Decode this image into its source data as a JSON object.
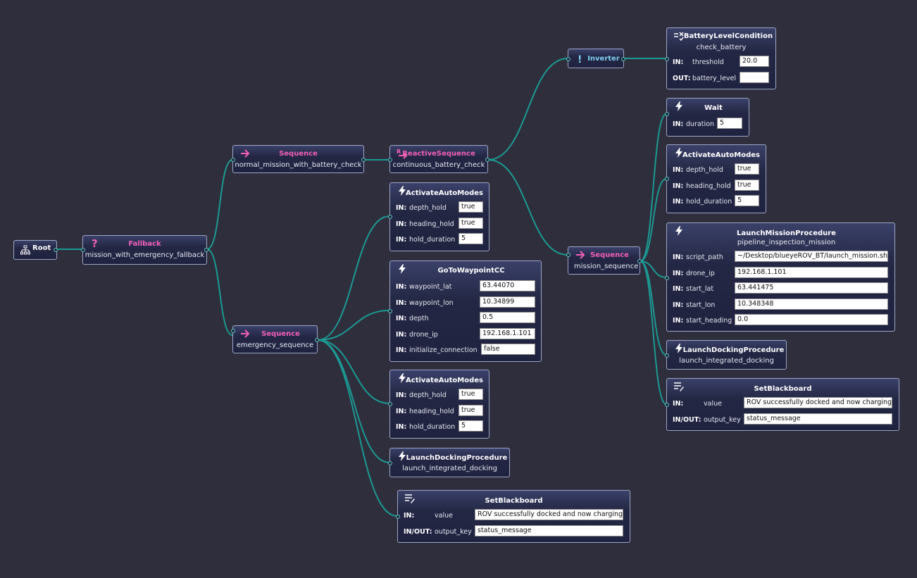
{
  "colors": {
    "background": "#2f2e3c",
    "edge": "#1b9a94",
    "control_title": "#f25fb8",
    "decorator_title": "#7fd0f0"
  },
  "nodes": {
    "root": {
      "title": "Root",
      "icon": "tree-icon"
    },
    "fallback": {
      "title": "Fallback",
      "name": "mission_with_emergency_fallback",
      "icon": "question-icon"
    },
    "seq_normal": {
      "title": "Sequence",
      "name": "normal_mission_with_battery_check",
      "icon": "arrow-right-icon"
    },
    "reactive": {
      "title": "ReactiveSequence",
      "name": "continuous_battery_check",
      "icon": "reactive-arrow-icon"
    },
    "inverter": {
      "title": "Inverter",
      "icon": "exclamation-icon"
    },
    "battery": {
      "title": "BatteryLevelCondition",
      "name": "check_battery",
      "icon": "condition-icon",
      "ports": [
        {
          "dir": "IN:",
          "name": "threshold",
          "value": "20.0"
        },
        {
          "dir": "OUT:",
          "name": "battery_level",
          "value": ""
        }
      ]
    },
    "seq_mission": {
      "title": "Sequence",
      "name": "mission_sequence",
      "icon": "arrow-right-icon"
    },
    "wait": {
      "title": "Wait",
      "icon": "lightning-icon",
      "ports": [
        {
          "dir": "IN:",
          "name": "duration",
          "value": "5"
        }
      ]
    },
    "aam_right": {
      "title": "ActivateAutoModes",
      "icon": "lightning-icon",
      "ports": [
        {
          "dir": "IN:",
          "name": "depth_hold",
          "value": "true"
        },
        {
          "dir": "IN:",
          "name": "heading_hold",
          "value": "true"
        },
        {
          "dir": "IN:",
          "name": "hold_duration",
          "value": "5"
        }
      ]
    },
    "launch_mission": {
      "title": "LaunchMissionProcedure",
      "name": "pipeline_inspection_mission",
      "icon": "lightning-icon",
      "ports": [
        {
          "dir": "IN:",
          "name": "script_path",
          "value": "~/Desktop/blueyeROV_BT/launch_mission.sh"
        },
        {
          "dir": "IN:",
          "name": "drone_ip",
          "value": "192.168.1.101"
        },
        {
          "dir": "IN:",
          "name": "start_lat",
          "value": "63.441475"
        },
        {
          "dir": "IN:",
          "name": "start_lon",
          "value": "10.348348"
        },
        {
          "dir": "IN:",
          "name": "start_heading",
          "value": "0.0"
        }
      ]
    },
    "dock_right": {
      "title": "LaunchDockingProcedure",
      "name": "launch_integrated_docking",
      "icon": "lightning-icon"
    },
    "setbb_right": {
      "title": "SetBlackboard",
      "icon": "blackboard-edit-icon",
      "ports": [
        {
          "dir": "IN:",
          "name": "value",
          "value": "ROV successfully docked and now charging"
        },
        {
          "dir": "IN/OUT:",
          "name": "output_key",
          "value": "status_message"
        }
      ]
    },
    "seq_emergency": {
      "title": "Sequence",
      "name": "emergency_sequence",
      "icon": "arrow-right-icon"
    },
    "aam_left1": {
      "title": "ActivateAutoModes",
      "icon": "lightning-icon",
      "ports": [
        {
          "dir": "IN:",
          "name": "depth_hold",
          "value": "true"
        },
        {
          "dir": "IN:",
          "name": "heading_hold",
          "value": "true"
        },
        {
          "dir": "IN:",
          "name": "hold_duration",
          "value": "5"
        }
      ]
    },
    "goto": {
      "title": "GoToWaypointCC",
      "icon": "lightning-icon",
      "ports": [
        {
          "dir": "IN:",
          "name": "waypoint_lat",
          "value": "63.44070"
        },
        {
          "dir": "IN:",
          "name": "waypoint_lon",
          "value": "10.34899"
        },
        {
          "dir": "IN:",
          "name": "depth",
          "value": "0.5"
        },
        {
          "dir": "IN:",
          "name": "drone_ip",
          "value": "192.168.1.101"
        },
        {
          "dir": "IN:",
          "name": "initialize_connection",
          "value": "false"
        }
      ]
    },
    "aam_left2": {
      "title": "ActivateAutoModes",
      "icon": "lightning-icon",
      "ports": [
        {
          "dir": "IN:",
          "name": "depth_hold",
          "value": "true"
        },
        {
          "dir": "IN:",
          "name": "heading_hold",
          "value": "true"
        },
        {
          "dir": "IN:",
          "name": "hold_duration",
          "value": "5"
        }
      ]
    },
    "dock_left": {
      "title": "LaunchDockingProcedure",
      "name": "launch_integrated_docking",
      "icon": "lightning-icon"
    },
    "setbb_left": {
      "title": "SetBlackboard",
      "icon": "blackboard-edit-icon",
      "ports": [
        {
          "dir": "IN:",
          "name": "value",
          "value": "ROV successfully docked and now charging"
        },
        {
          "dir": "IN/OUT:",
          "name": "output_key",
          "value": "status_message"
        }
      ]
    }
  }
}
